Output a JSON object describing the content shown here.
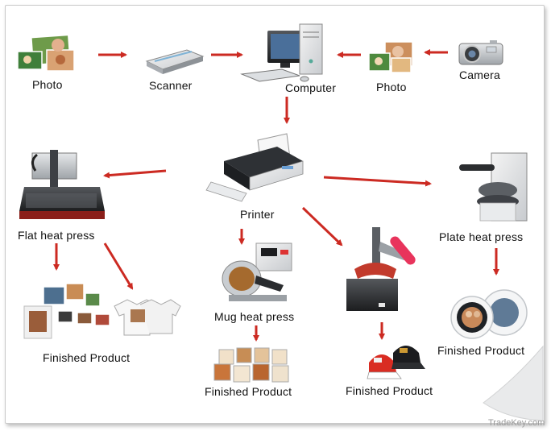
{
  "labels": {
    "photo_left": "Photo",
    "scanner": "Scanner",
    "computer": "Computer",
    "photo_right": "Photo",
    "camera": "Camera",
    "printer": "Printer",
    "flat_heat_press": "Flat heat press",
    "mug_heat_press": "Mug heat press",
    "plate_heat_press": "Plate heat press",
    "finished_flat": "Finished Product",
    "finished_mug": "Finished Product",
    "finished_cap": "Finished Product",
    "finished_plate": "Finished Product"
  },
  "watermark": "TradeKey.com",
  "colors": {
    "arrow": "#cc2a22",
    "frame_border": "#c9c9c9",
    "text": "#111111"
  },
  "icons": [
    "photo-stack-icon",
    "scanner-icon",
    "computer-icon",
    "camera-icon",
    "printer-icon",
    "flat-heat-press-icon",
    "mug-heat-press-icon",
    "cap-heat-press-icon",
    "plate-heat-press-icon",
    "tshirts-icon",
    "mugs-icon",
    "caps-icon",
    "plates-icon"
  ]
}
